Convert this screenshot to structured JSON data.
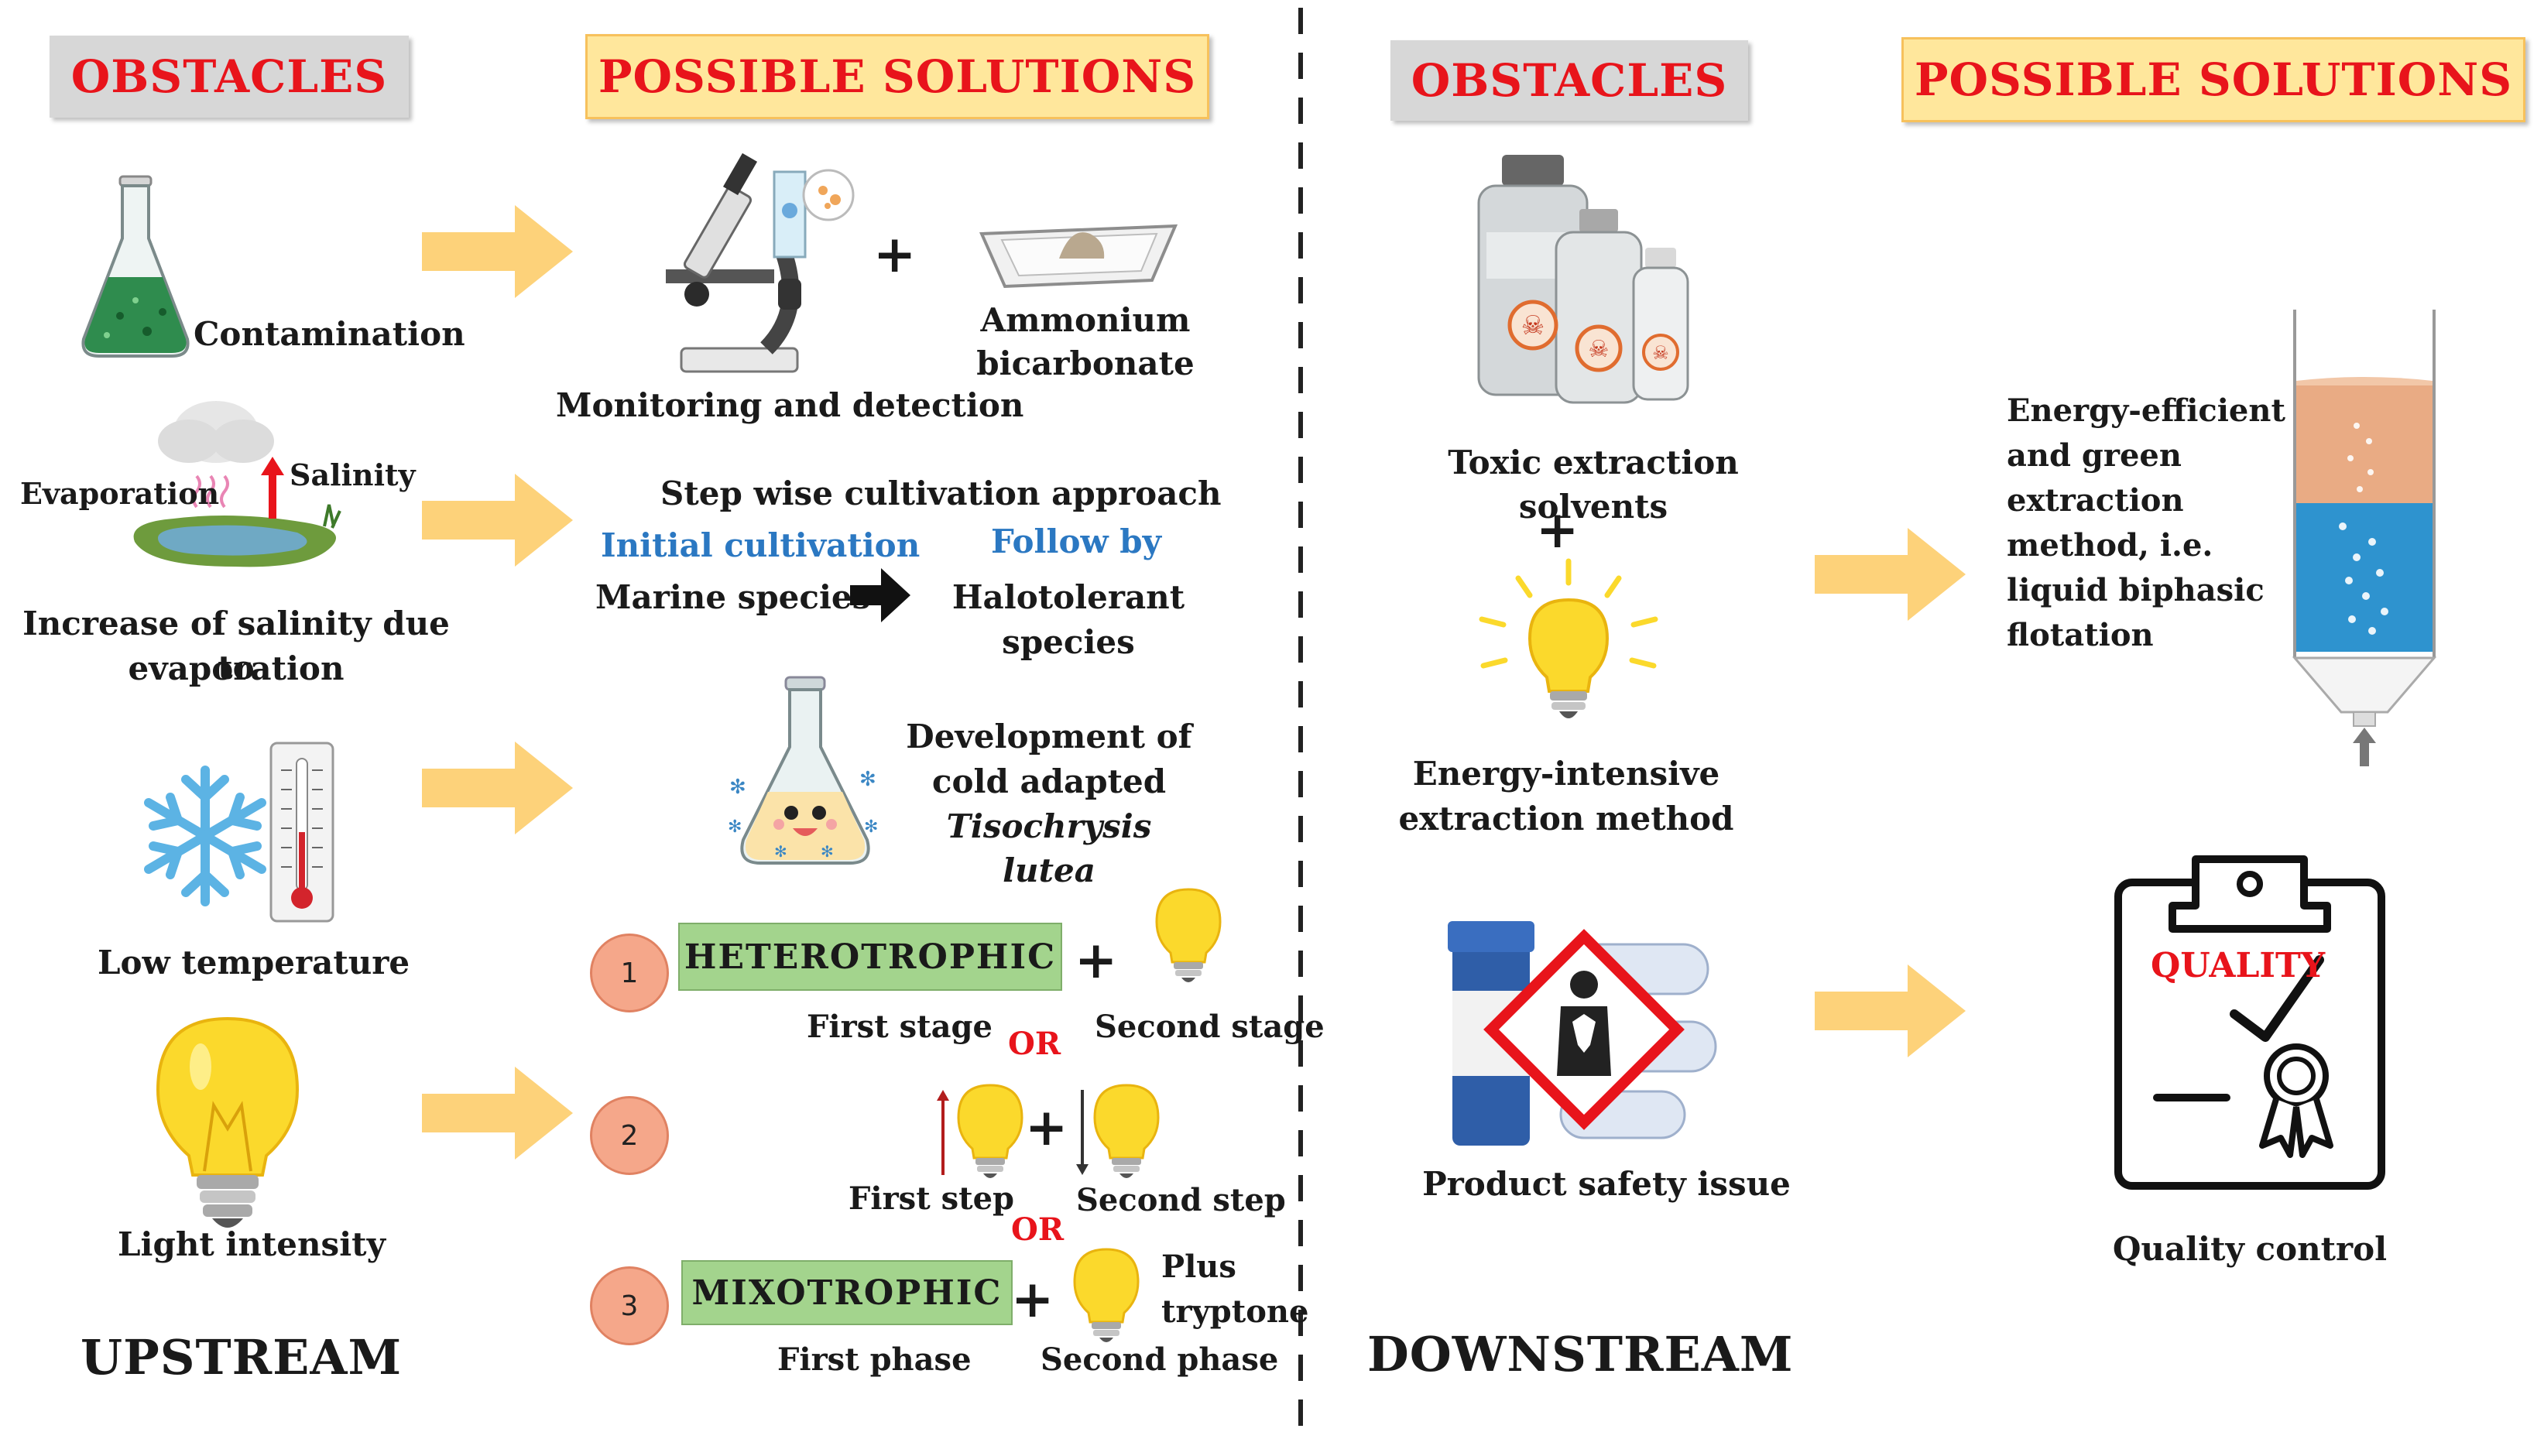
{
  "upstream": {
    "headers": {
      "obstacles": "OBSTACLES",
      "solutions": "POSSIBLE SOLUTIONS"
    },
    "section_label": "UPSTREAM",
    "obstacles": {
      "contamination": "Contamination",
      "evaporation": "Evaporation",
      "salinity": "Salinity",
      "salinity_line1": "Increase of salinity due to",
      "salinity_line2": "evaporation",
      "low_temp": "Low temperature",
      "light": "Light intensity"
    },
    "solutions": {
      "plus": "+",
      "monitoring": "Monitoring and detection",
      "ammonium_line1": "Ammonium",
      "ammonium_line2": "bicarbonate",
      "stepwise": "Step wise cultivation approach",
      "initial": "Initial cultivation",
      "follow": "Follow by",
      "marine": "Marine species",
      "halo_line1": "Halotolerant",
      "halo_line2": "species",
      "cold_line1": "Development of",
      "cold_line2": "cold adapted",
      "cold_line3": "Tisochrysis lutea",
      "options": [
        {
          "num": "1",
          "box": "HETEROTROPHIC",
          "left_caption": "First stage",
          "right_caption": "Second stage"
        },
        {
          "num": "2",
          "left_caption": "First step",
          "right_caption": "Second step"
        },
        {
          "num": "3",
          "box": "MIXOTROPHIC",
          "left_caption": "First phase",
          "right_caption": "Second phase",
          "extra_line1": "Plus",
          "extra_line2": "tryptone"
        }
      ],
      "or": "OR"
    }
  },
  "downstream": {
    "headers": {
      "obstacles": "OBSTACLES",
      "solutions": "POSSIBLE SOLUTIONS"
    },
    "section_label": "DOWNSTREAM",
    "obstacles": {
      "toxic": "Toxic extraction solvents",
      "plus": "+",
      "energy_line1": "Energy-intensive",
      "energy_line2": "extraction method",
      "safety": "Product safety issue"
    },
    "solutions": {
      "green_lines": [
        "Energy-efficient",
        "and green",
        "extraction",
        "method, i.e.",
        "liquid biphasic",
        "flotation"
      ],
      "quality_stamp": "QUALITY",
      "quality_control": "Quality control"
    }
  },
  "colors": {
    "header_text": "#e8141b",
    "arrow": "#fdd27a",
    "blue_text": "#2b78c2",
    "green_box": "#a3d48d",
    "circle": "#f5a78a"
  }
}
